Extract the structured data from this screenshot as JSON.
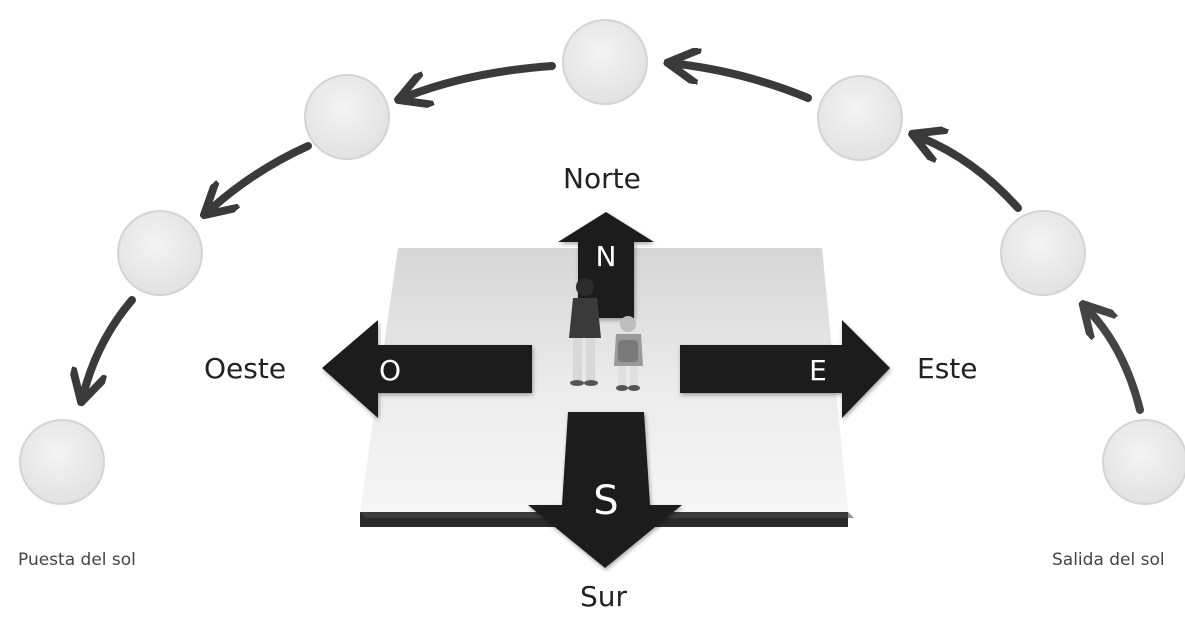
{
  "directions": {
    "north": "Norte",
    "south": "Sur",
    "east": "Este",
    "west": "Oeste"
  },
  "arrow_letters": {
    "north": "N",
    "south": "S",
    "east": "E",
    "west": "O"
  },
  "sun_path": {
    "sunrise": "Salida del sol",
    "sunset": "Puesta del sol"
  },
  "colors": {
    "arrow": "#1f1f1f",
    "platform_top": "#e6e6e6",
    "platform_side": "#2a2a2a",
    "sun_circle": "#eeeeee",
    "path_arrow": "#3a3a3a"
  }
}
